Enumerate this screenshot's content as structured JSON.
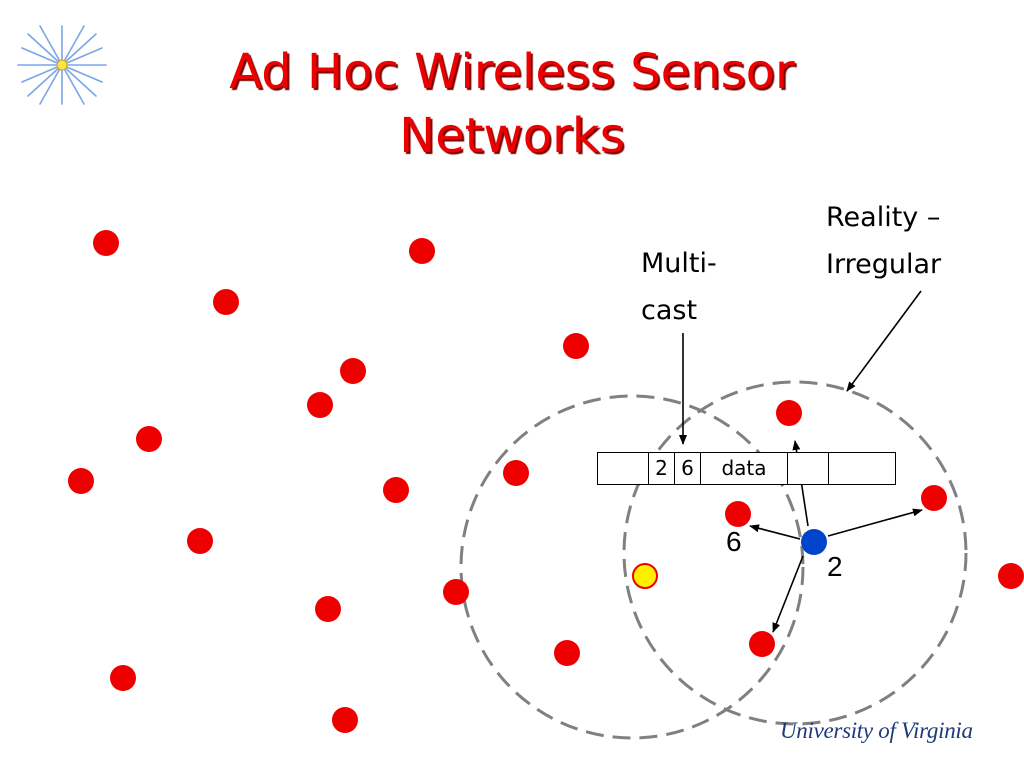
{
  "slide": {
    "title_line1": "Ad Hoc Wireless Sensor",
    "title_line2": "Networks"
  },
  "annotations": {
    "multicast_line1": "Multi-",
    "multicast_line2": "cast",
    "reality_line1": "Reality –",
    "reality_line2": "Irregular"
  },
  "node_labels": {
    "six": "6",
    "two": "2"
  },
  "packet": {
    "cells": [
      "",
      "2",
      "6",
      "data",
      "",
      ""
    ]
  },
  "logo": {
    "text": "University of Virginia",
    "icon": "starburst-icon"
  },
  "colors": {
    "title": "#ee0000",
    "sensor_node": "#ee0000",
    "sender_node": "#0044cc",
    "highlight_node": "#ffee00",
    "range_circle": "#808080"
  }
}
